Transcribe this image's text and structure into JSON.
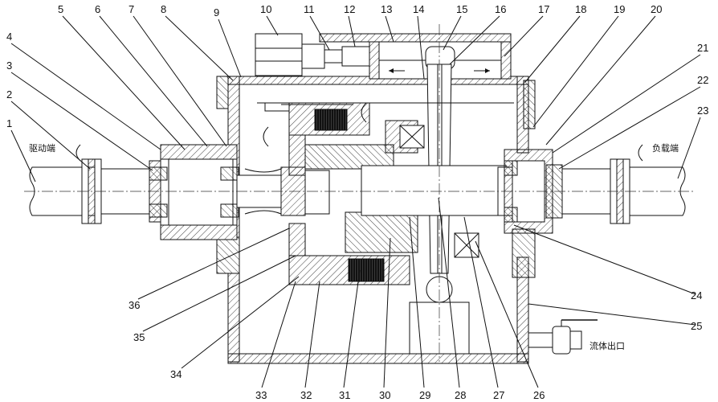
{
  "part_numbers": [
    "1",
    "2",
    "3",
    "4",
    "5",
    "6",
    "7",
    "8",
    "9",
    "10",
    "11",
    "12",
    "13",
    "14",
    "15",
    "16",
    "17",
    "18",
    "19",
    "20",
    "21",
    "22",
    "23",
    "24",
    "25",
    "26",
    "27",
    "28",
    "29",
    "30",
    "31",
    "32",
    "33",
    "34",
    "35",
    "36"
  ],
  "annotations": {
    "drive_end": "驱动端",
    "load_end": "负载端",
    "fluid_outlet": "流体出口"
  }
}
